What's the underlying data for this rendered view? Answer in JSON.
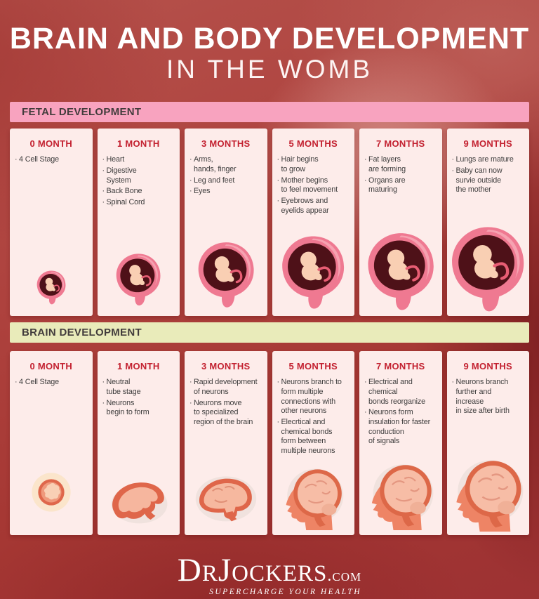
{
  "header": {
    "title_line1": "BRAIN AND BODY DEVELOPMENT",
    "title_line2": "IN THE WOMB"
  },
  "ui": {
    "bullet_char": "·"
  },
  "colors": {
    "background": "#ad403c",
    "fetal_band": "#f8a3bf",
    "brain_band": "#e9ebba",
    "card_bg": "#fdecea",
    "heading_red": "#c32130",
    "note_text": "#3f3e3e",
    "title": "#ffffff"
  },
  "sections": [
    {
      "label": "FETAL DEVELOPMENT",
      "columns": [
        {
          "month": "0 MONTH",
          "art": "womb-illustration",
          "items": [
            "4 Cell Stage"
          ]
        },
        {
          "month": "1 MONTH",
          "art": "womb-illustration",
          "items": [
            "Heart",
            "Digestive\nSystem",
            "Back Bone",
            "Spinal Cord"
          ]
        },
        {
          "month": "3 MONTHS",
          "art": "womb-illustration",
          "items": [
            "Arms,\nhands, finger",
            "Leg and feet",
            "Eyes"
          ]
        },
        {
          "month": "5 MONTHS",
          "art": "womb-illustration",
          "items": [
            "Hair begins\nto grow",
            "Mother begins\nto feel movement",
            "Eyebrows and\neyelids appear"
          ]
        },
        {
          "month": "7 MONTHS",
          "art": "womb-illustration",
          "items": [
            "Fat layers\nare forming",
            "Organs are\nmaturing"
          ]
        },
        {
          "month": "9 MONTHS",
          "art": "womb-illustration",
          "items": [
            "Lungs are mature",
            "Baby can now\nsurvie outside\nthe mother"
          ]
        }
      ]
    },
    {
      "label": "BRAIN DEVELOPMENT",
      "columns": [
        {
          "month": "0 MONTH",
          "art": "cell-illustration",
          "items": [
            "4 Cell Stage"
          ]
        },
        {
          "month": "1 MONTH",
          "art": "early-brain-illustration",
          "items": [
            "Neutral\ntube stage",
            "Neurons\nbegin to form"
          ]
        },
        {
          "month": "3 MONTHS",
          "art": "small-brain-illustration",
          "items": [
            "Rapid development\nof neurons",
            "Neurons move\nto specialized\nregion of the brain"
          ]
        },
        {
          "month": "5 MONTHS",
          "art": "brain-profile-illustration",
          "items": [
            "Neurons branch to\nform multiple\nconnections with\nother neurons",
            "Elecrtical and\nchemical bonds\nform between\nmultiple neurons"
          ]
        },
        {
          "month": "7 MONTHS",
          "art": "brain-profile-illustration",
          "items": [
            "Electrical and\nchemical\nbonds reorganize",
            "Neurons form\ninsulation for faster\nconduction\nof signals"
          ]
        },
        {
          "month": "9 MONTHS",
          "art": "brain-profile-illustration",
          "items": [
            "Neurons branch\nfurther and\nincrease\nin size after birth"
          ]
        }
      ]
    }
  ],
  "footer": {
    "brand": "DrJockers",
    "brand_suffix": ".com",
    "tagline": "SUPERCHARGE YOUR HEALTH"
  }
}
